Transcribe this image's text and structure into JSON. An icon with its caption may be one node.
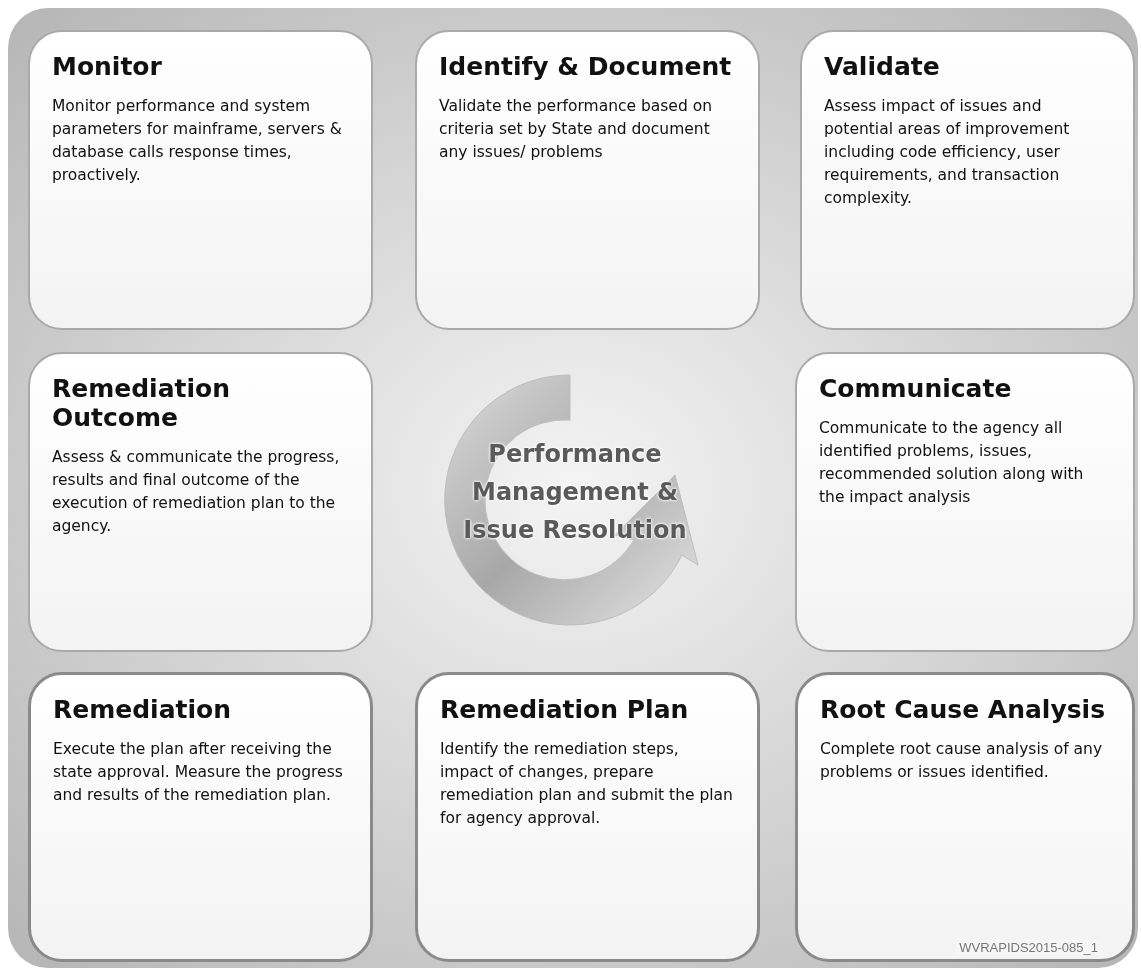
{
  "diagram": {
    "nodes": [
      {
        "text": [
          "Monitor",
          "Monitor performance and system parameters for mainframe, servers & database calls response times, proactively."
        ]
      },
      {
        "text": [
          "Identify & Document",
          "Validate the performance based on criteria set by State and document any issues/ problems"
        ]
      },
      {
        "text": [
          "Validate",
          "Assess impact of issues and potential areas of improvement including code efficiency, user requirements, and transaction complexity."
        ]
      },
      {
        "text": [
          "Remediation Outcome",
          "Assess & communicate the progress, results and final outcome of the execution of remediation plan to the agency."
        ]
      },
      {
        "text": [
          "Performance Management & Issue Resolution"
        ]
      },
      {
        "text": [
          "Communicate",
          "Communicate to the agency all identified problems, issues, recommended solution along with the impact analysis"
        ]
      },
      {
        "text": [
          "Remediation",
          "Execute the plan after receiving the state approval. Measure the progress and results of the remediation plan."
        ]
      },
      {
        "text": [
          "Remediation Plan",
          "Identify the remediation steps, impact of changes, prepare remediation plan and submit the plan for agency approval."
        ]
      },
      {
        "text": [
          "Root Cause Analysis",
          "Complete root cause analysis of any problems or issues identified."
        ]
      }
    ],
    "edges": [],
    "labels": [
      "WVRAPIDS2015-085_1"
    ]
  }
}
